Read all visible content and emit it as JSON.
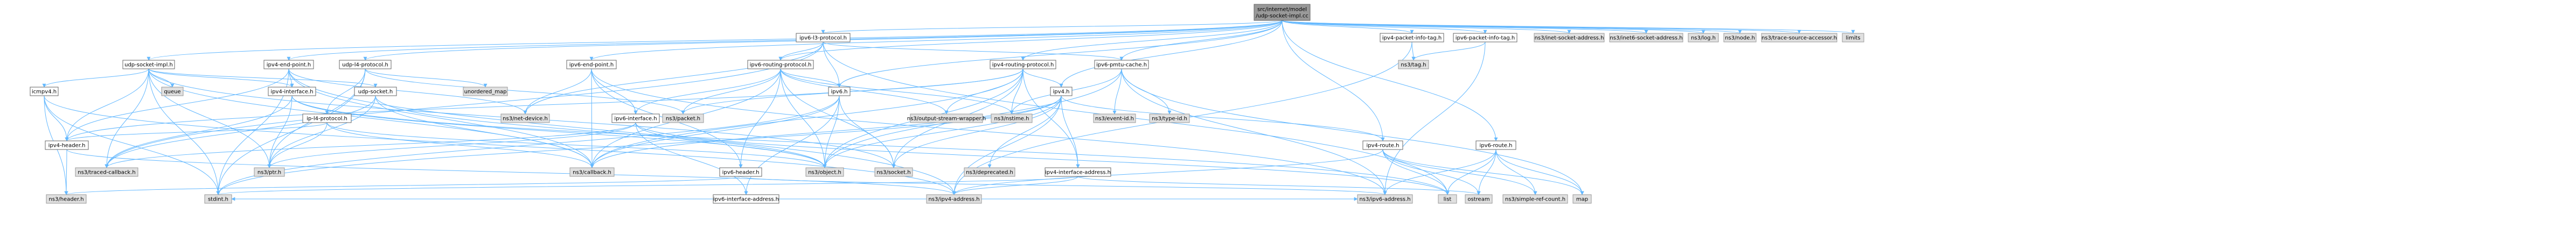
{
  "graph": {
    "title": "src/internet/model/udp-socket-impl.cc",
    "edge_color": "#63b8ff",
    "nodes": [
      {
        "id": "root",
        "label": "src/internet/model\n/udp-socket-impl.cc",
        "kind": "focus"
      },
      {
        "id": "udp_socket_impl_h",
        "label": "udp-socket-impl.h",
        "kind": "plain"
      },
      {
        "id": "ipv4_end_point_h",
        "label": "ipv4-end-point.h",
        "kind": "plain"
      },
      {
        "id": "udp_l4_protocol_h",
        "label": "udp-l4-protocol.h",
        "kind": "plain"
      },
      {
        "id": "ipv6_end_point_h",
        "label": "ipv6-end-point.h",
        "kind": "plain"
      },
      {
        "id": "ipv6_l3_protocol_h",
        "label": "ipv6-l3-protocol.h",
        "kind": "plain"
      },
      {
        "id": "ipv6_routing_protocol_h",
        "label": "ipv6-routing-protocol.h",
        "kind": "plain"
      },
      {
        "id": "ipv4_routing_protocol_h",
        "label": "ipv4-routing-protocol.h",
        "kind": "plain"
      },
      {
        "id": "ipv6_pmtu_cache_h",
        "label": "ipv6-pmtu-cache.h",
        "kind": "plain"
      },
      {
        "id": "ipv4_packet_info_tag_h",
        "label": "ipv4-packet-info-tag.h",
        "kind": "plain"
      },
      {
        "id": "ipv6_packet_info_tag_h",
        "label": "ipv6-packet-info-tag.h",
        "kind": "plain"
      },
      {
        "id": "ns3_inet_socket_address_h",
        "label": "ns3/inet-socket-address.h",
        "kind": "ext"
      },
      {
        "id": "ns3_inet6_socket_address_h",
        "label": "ns3/inet6-socket-address.h",
        "kind": "ext"
      },
      {
        "id": "ns3_log_h",
        "label": "ns3/log.h",
        "kind": "ext"
      },
      {
        "id": "ns3_node_h",
        "label": "ns3/node.h",
        "kind": "ext"
      },
      {
        "id": "ns3_trace_source_accessor_h",
        "label": "ns3/trace-source-accessor.h",
        "kind": "ext"
      },
      {
        "id": "limits",
        "label": "limits",
        "kind": "ext"
      },
      {
        "id": "icmpv4_h",
        "label": "icmpv4.h",
        "kind": "plain"
      },
      {
        "id": "queue",
        "label": "queue",
        "kind": "ext"
      },
      {
        "id": "ipv4_interface_h_a",
        "label": "ipv4-interface.h",
        "kind": "plain"
      },
      {
        "id": "udp_socket_h",
        "label": "udp-socket.h",
        "kind": "plain"
      },
      {
        "id": "unordered_map",
        "label": "unordered_map",
        "kind": "ext"
      },
      {
        "id": "ip_l4_protocol_h",
        "label": "ip-l4-protocol.h",
        "kind": "plain"
      },
      {
        "id": "ipv6_interface_h",
        "label": "ipv6-interface.h",
        "kind": "plain"
      },
      {
        "id": "ipv6_h",
        "label": "ipv6.h",
        "kind": "plain"
      },
      {
        "id": "ipv4_h",
        "label": "ipv4.h",
        "kind": "plain"
      },
      {
        "id": "ns3_net_device_h",
        "label": "ns3/net-device.h",
        "kind": "ext"
      },
      {
        "id": "ns3_packet_h",
        "label": "ns3/packet.h",
        "kind": "ext"
      },
      {
        "id": "ns3_output_stream_wrapper_h",
        "label": "ns3/output-stream-wrapper.h",
        "kind": "ext"
      },
      {
        "id": "ns3_nstime_h",
        "label": "ns3/nstime.h",
        "kind": "ext"
      },
      {
        "id": "ns3_event_id_h",
        "label": "ns3/event-id.h",
        "kind": "ext"
      },
      {
        "id": "ns3_type_id_h",
        "label": "ns3/type-id.h",
        "kind": "ext"
      },
      {
        "id": "ns3_tag_h",
        "label": "ns3/tag.h",
        "kind": "ext"
      },
      {
        "id": "ipv4_header_h",
        "label": "ipv4-header.h",
        "kind": "plain"
      },
      {
        "id": "ns3_traced_callback_h",
        "label": "ns3/traced-callback.h",
        "kind": "ext"
      },
      {
        "id": "ns3_ptr_h",
        "label": "ns3/ptr.h",
        "kind": "ext"
      },
      {
        "id": "ns3_callback_h",
        "label": "ns3/callback.h",
        "kind": "ext"
      },
      {
        "id": "ipv6_header_h",
        "label": "ipv6-header.h",
        "kind": "plain"
      },
      {
        "id": "ipv6_interface_address_h",
        "label": "ipv6-interface-address.h",
        "kind": "plain"
      },
      {
        "id": "ns3_object_h",
        "label": "ns3/object.h",
        "kind": "ext"
      },
      {
        "id": "ns3_socket_h",
        "label": "ns3/socket.h",
        "kind": "ext"
      },
      {
        "id": "ns3_deprecated_h",
        "label": "ns3/deprecated.h",
        "kind": "ext"
      },
      {
        "id": "ipv4_interface_address_h",
        "label": "ipv4-interface-address.h",
        "kind": "plain"
      },
      {
        "id": "ipv4_route_h",
        "label": "ipv4-route.h",
        "kind": "plain"
      },
      {
        "id": "ipv6_route_h",
        "label": "ipv6-route.h",
        "kind": "plain"
      },
      {
        "id": "ns3_header_h",
        "label": "ns3/header.h",
        "kind": "ext"
      },
      {
        "id": "stdint_h",
        "label": "stdint.h",
        "kind": "ext"
      },
      {
        "id": "ns3_ipv4_address_h",
        "label": "ns3/ipv4-address.h",
        "kind": "ext"
      },
      {
        "id": "ns3_ipv6_address_h",
        "label": "ns3/ipv6-address.h",
        "kind": "ext"
      },
      {
        "id": "list",
        "label": "list",
        "kind": "ext"
      },
      {
        "id": "ostream",
        "label": "ostream",
        "kind": "ext"
      },
      {
        "id": "ns3_simple_ref_count_h",
        "label": "ns3/simple-ref-count.h",
        "kind": "ext"
      },
      {
        "id": "map",
        "label": "map",
        "kind": "ext"
      }
    ],
    "edges": [
      [
        "root",
        "udp_socket_impl_h"
      ],
      [
        "root",
        "ipv4_end_point_h"
      ],
      [
        "root",
        "udp_l4_protocol_h"
      ],
      [
        "root",
        "ipv6_end_point_h"
      ],
      [
        "root",
        "ipv6_l3_protocol_h"
      ],
      [
        "root",
        "ipv6_routing_protocol_h"
      ],
      [
        "root",
        "ipv4_routing_protocol_h"
      ],
      [
        "root",
        "ipv6_pmtu_cache_h"
      ],
      [
        "root",
        "ipv4_packet_info_tag_h"
      ],
      [
        "root",
        "ipv6_packet_info_tag_h"
      ],
      [
        "root",
        "ns3_inet_socket_address_h"
      ],
      [
        "root",
        "ns3_inet6_socket_address_h"
      ],
      [
        "root",
        "ns3_log_h"
      ],
      [
        "root",
        "ns3_node_h"
      ],
      [
        "root",
        "ns3_trace_source_accessor_h"
      ],
      [
        "root",
        "limits"
      ],
      [
        "root",
        "ipv4_route_h"
      ],
      [
        "root",
        "ipv6_route_h"
      ],
      [
        "root",
        "ipv4_h"
      ],
      [
        "root",
        "ipv6_h"
      ],
      [
        "udp_socket_impl_h",
        "icmpv4_h"
      ],
      [
        "udp_socket_impl_h",
        "queue"
      ],
      [
        "udp_socket_impl_h",
        "ipv4_interface_h_a"
      ],
      [
        "udp_socket_impl_h",
        "udp_socket_h"
      ],
      [
        "udp_socket_impl_h",
        "ns3_ptr_h"
      ],
      [
        "udp_socket_impl_h",
        "ns3_traced_callback_h"
      ],
      [
        "udp_socket_impl_h",
        "ns3_callback_h"
      ],
      [
        "udp_socket_impl_h",
        "stdint_h"
      ],
      [
        "udp_socket_impl_h",
        "ns3_socket_h"
      ],
      [
        "udp_socket_impl_h",
        "ipv4_header_h"
      ],
      [
        "ipv4_end_point_h",
        "ipv4_interface_h_a"
      ],
      [
        "ipv4_end_point_h",
        "ns3_net_device_h"
      ],
      [
        "ipv4_end_point_h",
        "ns3_callback_h"
      ],
      [
        "ipv4_end_point_h",
        "ns3_ipv4_address_h"
      ],
      [
        "ipv4_end_point_h",
        "ipv4_header_h"
      ],
      [
        "ipv4_end_point_h",
        "stdint_h"
      ],
      [
        "udp_l4_protocol_h",
        "ip_l4_protocol_h"
      ],
      [
        "udp_l4_protocol_h",
        "unordered_map"
      ],
      [
        "udp_l4_protocol_h",
        "ns3_ptr_h"
      ],
      [
        "udp_l4_protocol_h",
        "ns3_packet_h"
      ],
      [
        "udp_l4_protocol_h",
        "stdint_h"
      ],
      [
        "ipv6_end_point_h",
        "ipv6_interface_h"
      ],
      [
        "ipv6_end_point_h",
        "ns3_net_device_h"
      ],
      [
        "ipv6_end_point_h",
        "ns3_callback_h"
      ],
      [
        "ipv6_end_point_h",
        "ipv6_header_h"
      ],
      [
        "ipv6_end_point_h",
        "ns3_ipv6_address_h"
      ],
      [
        "ipv6_l3_protocol_h",
        "ipv6_h"
      ],
      [
        "ipv6_l3_protocol_h",
        "ns3_net_device_h"
      ],
      [
        "ipv6_l3_protocol_h",
        "ns3_traced_callback_h"
      ],
      [
        "ipv6_l3_protocol_h",
        "ipv6_pmtu_cache_h"
      ],
      [
        "ipv6_l3_protocol_h",
        "list"
      ],
      [
        "ipv6_l3_protocol_h",
        "ipv6_routing_protocol_h"
      ],
      [
        "ipv6_routing_protocol_h",
        "ipv6_interface_h"
      ],
      [
        "ipv6_routing_protocol_h",
        "ipv6_h"
      ],
      [
        "ipv6_routing_protocol_h",
        "ns3_callback_h"
      ],
      [
        "ipv6_routing_protocol_h",
        "ns3_object_h"
      ],
      [
        "ipv6_routing_protocol_h",
        "ns3_output_stream_wrapper_h"
      ],
      [
        "ipv6_routing_protocol_h",
        "ns3_nstime_h"
      ],
      [
        "ipv6_routing_protocol_h",
        "ns3_packet_h"
      ],
      [
        "ipv6_routing_protocol_h",
        "ns3_socket_h"
      ],
      [
        "ipv6_routing_protocol_h",
        "ipv6_header_h"
      ],
      [
        "ipv4_routing_protocol_h",
        "ipv4_h"
      ],
      [
        "ipv4_routing_protocol_h",
        "ns3_callback_h"
      ],
      [
        "ipv4_routing_protocol_h",
        "ns3_object_h"
      ],
      [
        "ipv4_routing_protocol_h",
        "ns3_output_stream_wrapper_h"
      ],
      [
        "ipv4_routing_protocol_h",
        "ns3_nstime_h"
      ],
      [
        "ipv4_routing_protocol_h",
        "ns3_packet_h"
      ],
      [
        "ipv4_routing_protocol_h",
        "ns3_socket_h"
      ],
      [
        "ipv4_routing_protocol_h",
        "ipv4_header_h"
      ],
      [
        "ipv4_routing_protocol_h",
        "ipv4_interface_address_h"
      ],
      [
        "ipv6_pmtu_cache_h",
        "ns3_event_id_h"
      ],
      [
        "ipv6_pmtu_cache_h",
        "ns3_nstime_h"
      ],
      [
        "ipv6_pmtu_cache_h",
        "ns3_type_id_h"
      ],
      [
        "ipv6_pmtu_cache_h",
        "ns3_object_h"
      ],
      [
        "ipv6_pmtu_cache_h",
        "ns3_ipv6_address_h"
      ],
      [
        "ipv6_pmtu_cache_h",
        "map"
      ],
      [
        "ipv4_packet_info_tag_h",
        "ns3_tag_h"
      ],
      [
        "ipv4_packet_info_tag_h",
        "ns3_ipv4_address_h"
      ],
      [
        "ipv6_packet_info_tag_h",
        "ns3_tag_h"
      ],
      [
        "ipv6_packet_info_tag_h",
        "ns3_ipv6_address_h"
      ],
      [
        "icmpv4_h",
        "ipv4_header_h"
      ],
      [
        "icmpv4_h",
        "ns3_header_h"
      ],
      [
        "icmpv4_h",
        "stdint_h"
      ],
      [
        "icmpv4_h",
        "ns3_ipv4_address_h"
      ],
      [
        "ipv4_interface_h_a",
        "ns3_ptr_h"
      ],
      [
        "ipv4_interface_h_a",
        "ns3_object_h"
      ],
      [
        "ipv4_interface_h_a",
        "list"
      ],
      [
        "ipv4_interface_h_a",
        "ns3_traced_callback_h"
      ],
      [
        "udp_socket_h",
        "ns3_callback_h"
      ],
      [
        "udp_socket_h",
        "ns3_ptr_h"
      ],
      [
        "udp_socket_h",
        "ns3_object_h"
      ],
      [
        "udp_socket_h",
        "ns3_traced_callback_h"
      ],
      [
        "ip_l4_protocol_h",
        "ns3_callback_h"
      ],
      [
        "ip_l4_protocol_h",
        "ns3_object_h"
      ],
      [
        "ip_l4_protocol_h",
        "ns3_ptr_h"
      ],
      [
        "ip_l4_protocol_h",
        "ipv4_header_h"
      ],
      [
        "ipv6_interface_h",
        "ipv6_interface_address_h"
      ],
      [
        "ipv6_interface_h",
        "ns3_ptr_h"
      ],
      [
        "ipv6_interface_h",
        "ns3_object_h"
      ],
      [
        "ipv6_interface_h",
        "list"
      ],
      [
        "ipv6_interface_h",
        "ns3_traced_callback_h"
      ],
      [
        "ipv6_h",
        "ipv6_interface_address_h"
      ],
      [
        "ipv6_h",
        "ns3_callback_h"
      ],
      [
        "ipv6_h",
        "ns3_object_h"
      ],
      [
        "ipv6_h",
        "ns3_socket_h"
      ],
      [
        "ipv6_h",
        "stdint_h"
      ],
      [
        "ipv4_h",
        "ipv4_interface_address_h"
      ],
      [
        "ipv4_h",
        "ipv4_route_h"
      ],
      [
        "ipv4_h",
        "ns3_callback_h"
      ],
      [
        "ipv4_h",
        "ns3_deprecated_h"
      ],
      [
        "ipv4_h",
        "ns3_ipv4_address_h"
      ],
      [
        "ipv4_h",
        "ns3_object_h"
      ],
      [
        "ipv4_h",
        "ns3_socket_h"
      ],
      [
        "ipv4_h",
        "stdint_h"
      ],
      [
        "ipv4_header_h",
        "ns3_header_h"
      ],
      [
        "ipv4_header_h",
        "ns3_ipv4_address_h"
      ],
      [
        "ipv6_header_h",
        "ns3_header_h"
      ],
      [
        "ipv6_header_h",
        "ns3_ipv6_address_h"
      ],
      [
        "ipv6_interface_address_h",
        "ns3_ipv6_address_h"
      ],
      [
        "ipv6_interface_address_h",
        "stdint_h"
      ],
      [
        "ipv4_interface_address_h",
        "ns3_ipv4_address_h"
      ],
      [
        "ipv4_interface_address_h",
        "stdint_h"
      ],
      [
        "ipv4_interface_address_h",
        "ostream"
      ],
      [
        "ipv4_route_h",
        "ns3_ipv4_address_h"
      ],
      [
        "ipv4_route_h",
        "ns3_simple_ref_count_h"
      ],
      [
        "ipv4_route_h",
        "list"
      ],
      [
        "ipv4_route_h",
        "map"
      ],
      [
        "ipv4_route_h",
        "ostream"
      ],
      [
        "ipv6_route_h",
        "ns3_ipv6_address_h"
      ],
      [
        "ipv6_route_h",
        "ns3_simple_ref_count_h"
      ],
      [
        "ipv6_route_h",
        "list"
      ],
      [
        "ipv6_route_h",
        "map"
      ],
      [
        "ipv6_route_h",
        "ostream"
      ]
    ]
  }
}
